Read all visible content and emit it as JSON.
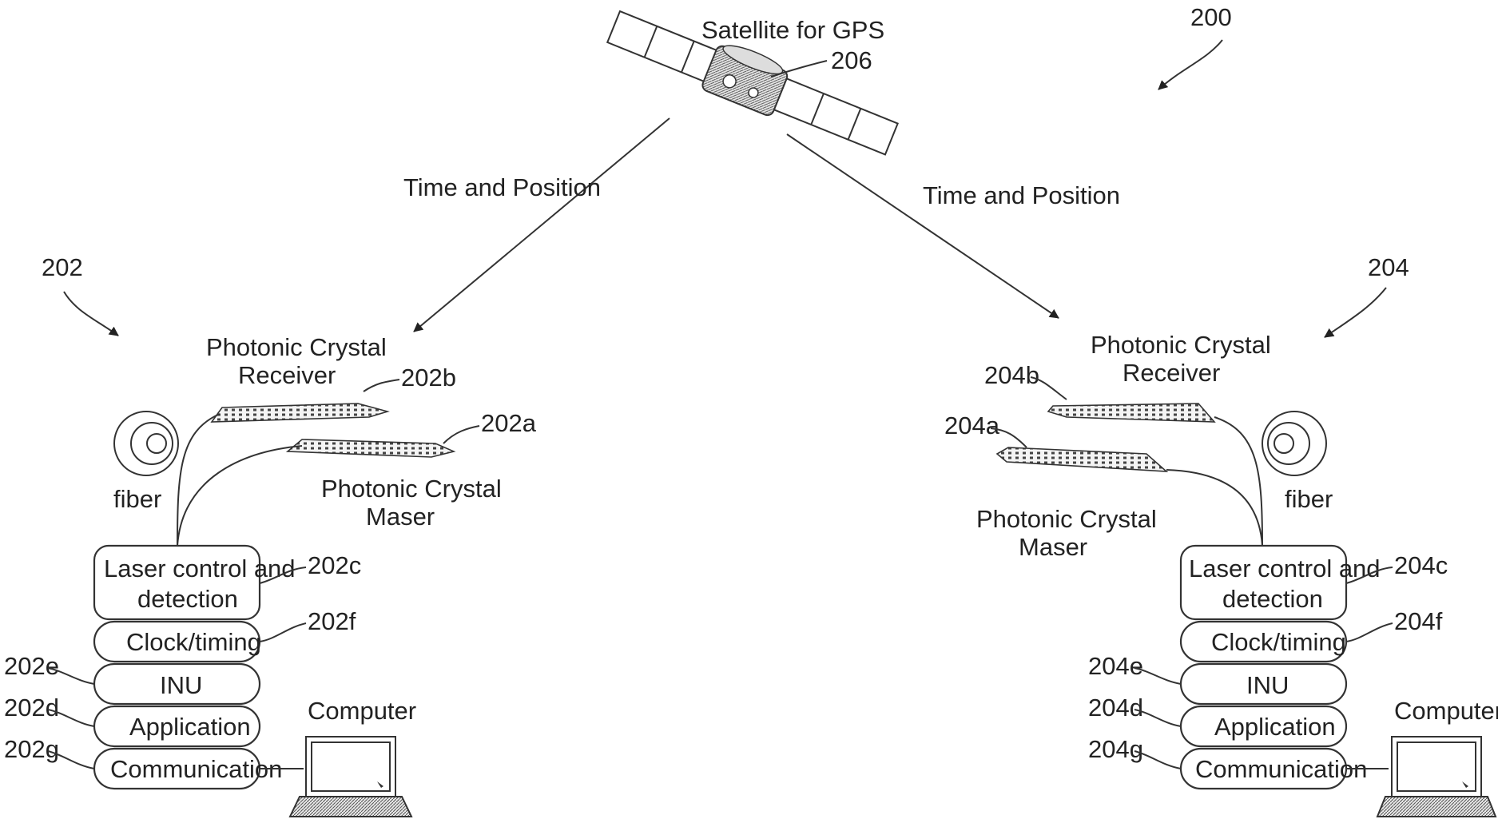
{
  "figure_number": "200",
  "satellite": {
    "label": "Satellite for GPS",
    "ref": "206"
  },
  "links": {
    "left": "Time and Position",
    "right": "Time and Position"
  },
  "left_system": {
    "ref": "202",
    "receiver_label_line1": "Photonic Crystal",
    "receiver_label_line2": "Receiver",
    "receiver_ref": "202b",
    "maser_label_line1": "Photonic Crystal",
    "maser_label_line2": "Maser",
    "maser_ref": "202a",
    "fiber_label": "fiber",
    "stack": {
      "laser_line1": "Laser control and",
      "laser_line2": "detection",
      "laser_ref": "202c",
      "clock": "Clock/timing",
      "clock_ref": "202f",
      "inu": "INU",
      "inu_ref": "202e",
      "application": "Application",
      "application_ref": "202d",
      "communication": "Communication",
      "communication_ref": "202g"
    },
    "computer_label": "Computer"
  },
  "right_system": {
    "ref": "204",
    "receiver_label_line1": "Photonic Crystal",
    "receiver_label_line2": "Receiver",
    "receiver_ref": "204b",
    "maser_label_line1": "Photonic Crystal",
    "maser_label_line2": "Maser",
    "maser_ref": "204a",
    "fiber_label": "fiber",
    "stack": {
      "laser_line1": "Laser control and",
      "laser_line2": "detection",
      "laser_ref": "204c",
      "clock": "Clock/timing",
      "clock_ref": "204f",
      "inu": "INU",
      "inu_ref": "204e",
      "application": "Application",
      "application_ref": "204d",
      "communication": "Communication",
      "communication_ref": "204g"
    },
    "computer_label": "Computer"
  }
}
